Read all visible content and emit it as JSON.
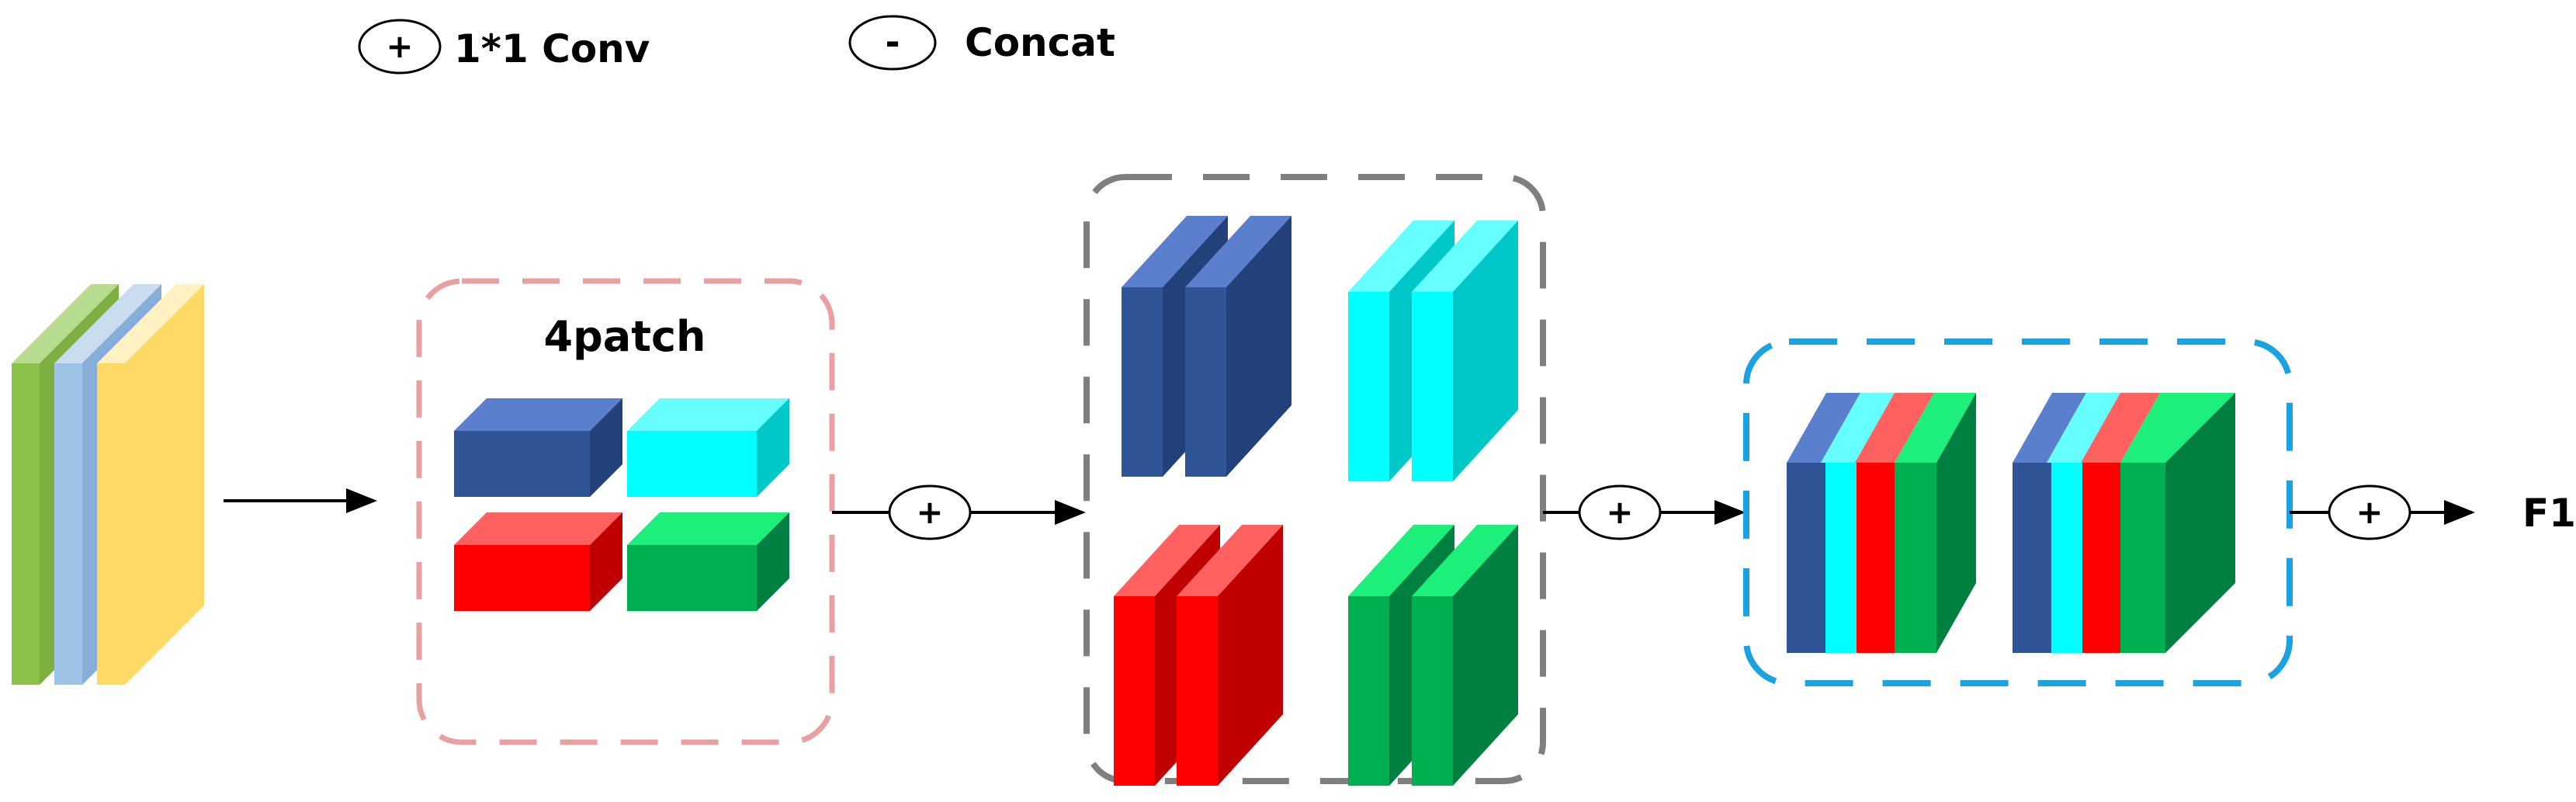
{
  "legend": {
    "conv_symbol": "+",
    "conv_label": "1*1 Conv",
    "concat_symbol": "-",
    "concat_label": "Concat"
  },
  "patch_box": {
    "title": "4patch"
  },
  "operators": {
    "op1": "+",
    "op2": "+",
    "op3": "+"
  },
  "output_label": "F1",
  "colors": {
    "blue": "#2F5597",
    "cyan": "#00FFFF",
    "red": "#FF0000",
    "green": "#00B050",
    "input_green": "#8BC34A",
    "input_blue": "#9DC3E6",
    "input_yellow": "#FFD966",
    "patch_border": "#E8A0A0",
    "split_border": "#7F7F7F",
    "concat_border": "#1AA3E0"
  }
}
